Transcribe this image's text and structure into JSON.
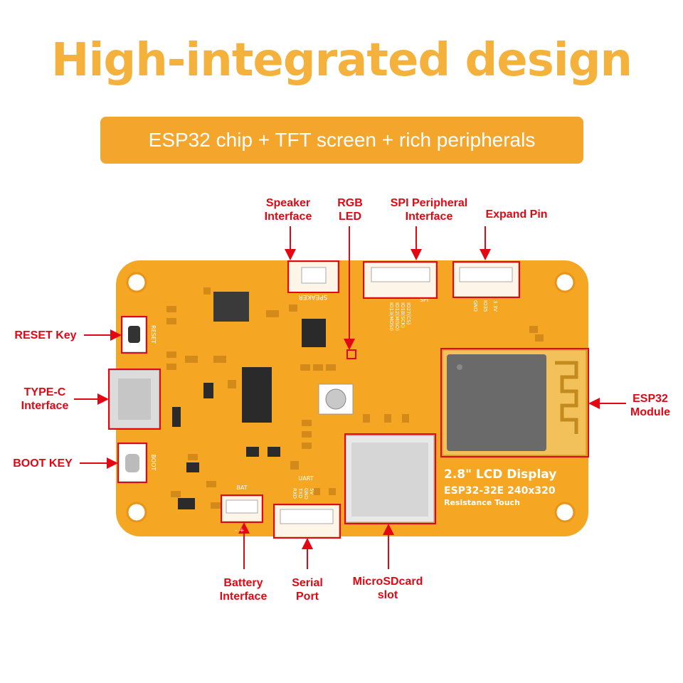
{
  "header": {
    "title": "High-integrated design",
    "subtitle": "ESP32 chip + TFT screen + rich peripherals"
  },
  "labels": {
    "speaker": [
      "Speaker",
      "Interface"
    ],
    "rgb_led": [
      "RGB",
      "LED"
    ],
    "spi": [
      "SPI Peripheral",
      "Interface"
    ],
    "expand_pin": [
      "Expand  Pin"
    ],
    "reset_key": [
      "RESET Key"
    ],
    "type_c": [
      "TYPE-C",
      "Interface"
    ],
    "boot_key": [
      "BOOT KEY"
    ],
    "esp32_module": [
      "ESP32",
      "Module"
    ],
    "battery": [
      "Battery",
      "Interface"
    ],
    "serial": [
      "Serial",
      "Port"
    ],
    "microsd": [
      "MicroSDcard",
      "slot"
    ]
  },
  "silkscreen": {
    "lcd_title": "2.8\" LCD Display",
    "lcd_model": "ESP32-32E  240x320",
    "lcd_touch": "Resistance Touch",
    "speaker": "SPEAKER",
    "reset": "RESET",
    "boot": "BOOT",
    "bat": "BAT",
    "uart": "UART",
    "spi": "SPI",
    "uart_pins": [
      "RXD",
      "TXD",
      "GND",
      "5V"
    ],
    "spi_pins": [
      "IO13(MOSI)",
      "IO12(MISO)",
      "IO18(SCK)",
      "IO27(CS)"
    ],
    "expand_pins": [
      "GND",
      "IO35",
      "3.3V"
    ],
    "bat_pins": "- +"
  },
  "colors": {
    "title": "#f4b23c",
    "banner": "#f3a62b",
    "board": "#f5a623",
    "annotation": "#e30613"
  }
}
